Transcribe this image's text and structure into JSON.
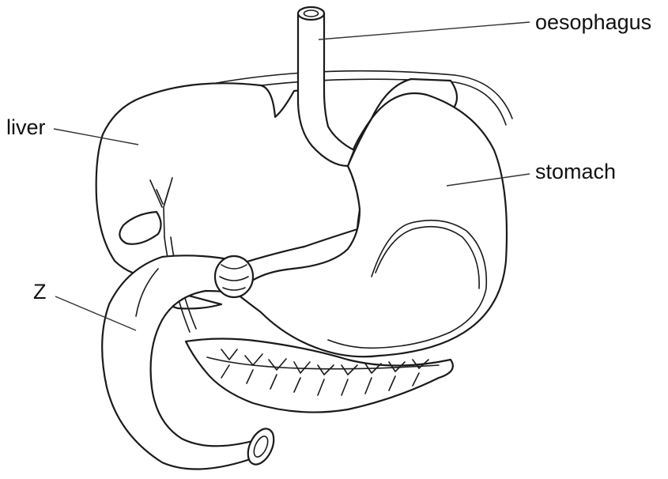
{
  "labels": {
    "oesophagus": "oesophagus",
    "liver": "liver",
    "stomach": "stomach",
    "z": "Z"
  },
  "colors": {
    "ink": "#1a1a1a",
    "liver_stipple": "#555555",
    "background": "#ffffff"
  }
}
